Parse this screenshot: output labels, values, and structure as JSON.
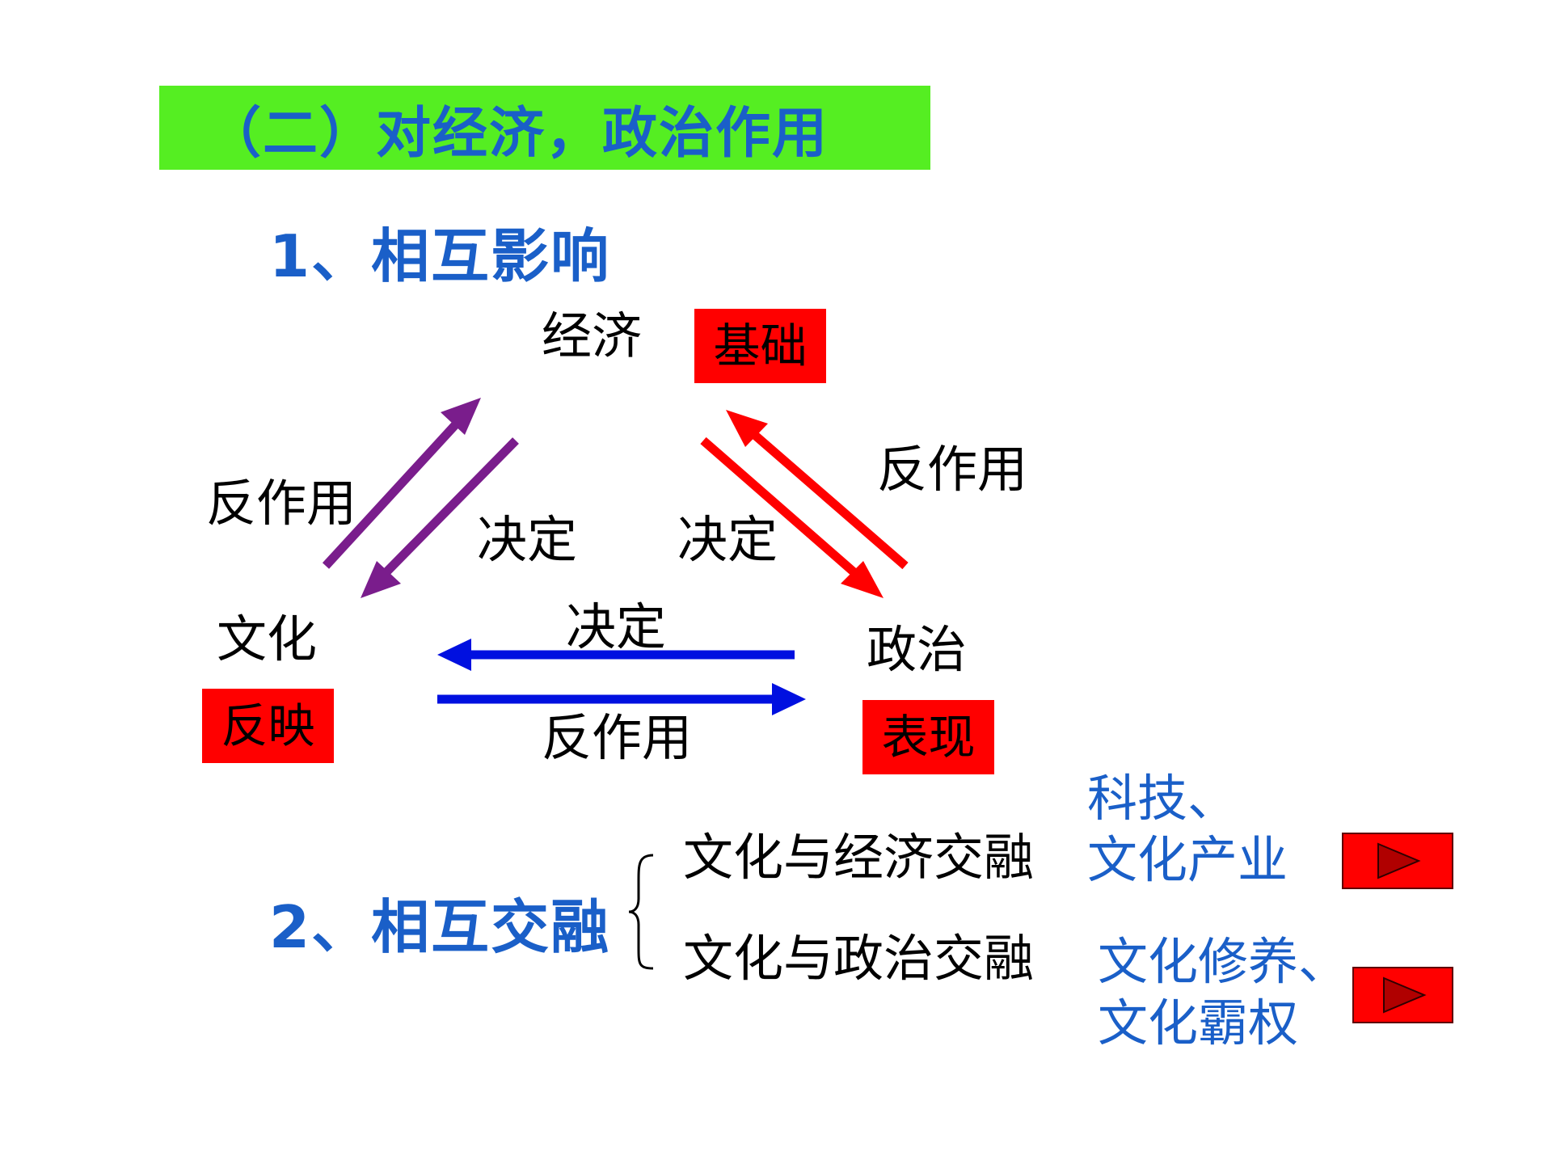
{
  "title": "（二）对经济，政治作用",
  "section1": {
    "heading": "1、相互影响",
    "nodes": {
      "economy": "经济",
      "culture": "文化",
      "politics": "政治"
    },
    "tags": {
      "economy": "基础",
      "culture": "反映",
      "politics": "表现"
    },
    "edge_labels": {
      "left_reaction": "反作用",
      "left_decide": "决定",
      "right_decide": "决定",
      "right_reaction": "反作用",
      "bottom_decide": "决定",
      "bottom_reaction": "反作用"
    },
    "colors": {
      "economy_culture": "#7a1d8c",
      "economy_politics": "#ff0000",
      "politics_culture": "#0010e0"
    }
  },
  "section2": {
    "heading": "2、相互交融",
    "items": [
      {
        "label": "文化与经济交融",
        "examples_line1": "科技、",
        "examples_line2": "文化产业"
      },
      {
        "label": "文化与政治交融",
        "examples_line1": "文化修养、",
        "examples_line2": "文化霸权"
      }
    ]
  },
  "icons": {
    "play_button": "play-icon"
  }
}
